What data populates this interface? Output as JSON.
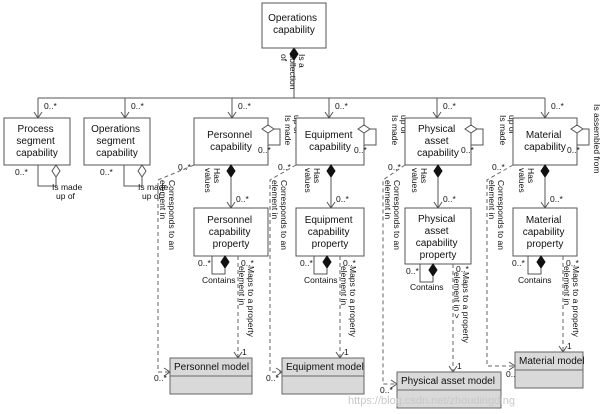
{
  "boxes": {
    "operations_capability": [
      "Operations",
      "capability"
    ],
    "process_segment_capability": [
      "Process",
      "segment",
      "capability"
    ],
    "operations_segment_capability": [
      "Operations",
      "segment",
      "capability"
    ],
    "personnel_capability": [
      "Personnel",
      "capability"
    ],
    "equipment_capability": [
      "Equipment",
      "capability"
    ],
    "physical_asset_capability": [
      "Physical",
      "asset",
      "capability"
    ],
    "material_capability": [
      "Material",
      "capability"
    ],
    "personnel_capability_property": [
      "Personnel",
      "capability",
      "property"
    ],
    "equipment_capability_property": [
      "Equipment",
      "capability",
      "property"
    ],
    "physical_asset_capability_property": [
      "Physical",
      "asset",
      "capability",
      "property"
    ],
    "material_capability_property": [
      "Material",
      "capability",
      "property"
    ]
  },
  "models": {
    "personnel": "Personnel model",
    "equipment": "Equipment model",
    "physical_asset": "Physical asset model",
    "material": "Material model"
  },
  "relations": {
    "is_a_collection_of": [
      "Is a",
      "collection",
      "of"
    ],
    "is_made_up_of": [
      "Is made",
      "up of"
    ],
    "is_made_up_of_rot": [
      "Is made",
      "up of"
    ],
    "is_assembled_from": "Is assembled from",
    "has_values": [
      "Has",
      "values"
    ],
    "corresponds_to": [
      "Corresponds to an",
      "element in"
    ],
    "contains": "Contains",
    "maps_to": [
      "Maps to a property",
      "element in"
    ],
    "maps_to_asset": [
      "Maps to a property",
      "element in >"
    ]
  },
  "multiplicities": {
    "many": "0..*",
    "one": "1"
  },
  "watermark": "https://blog.csdn.net/zhoudingding"
}
